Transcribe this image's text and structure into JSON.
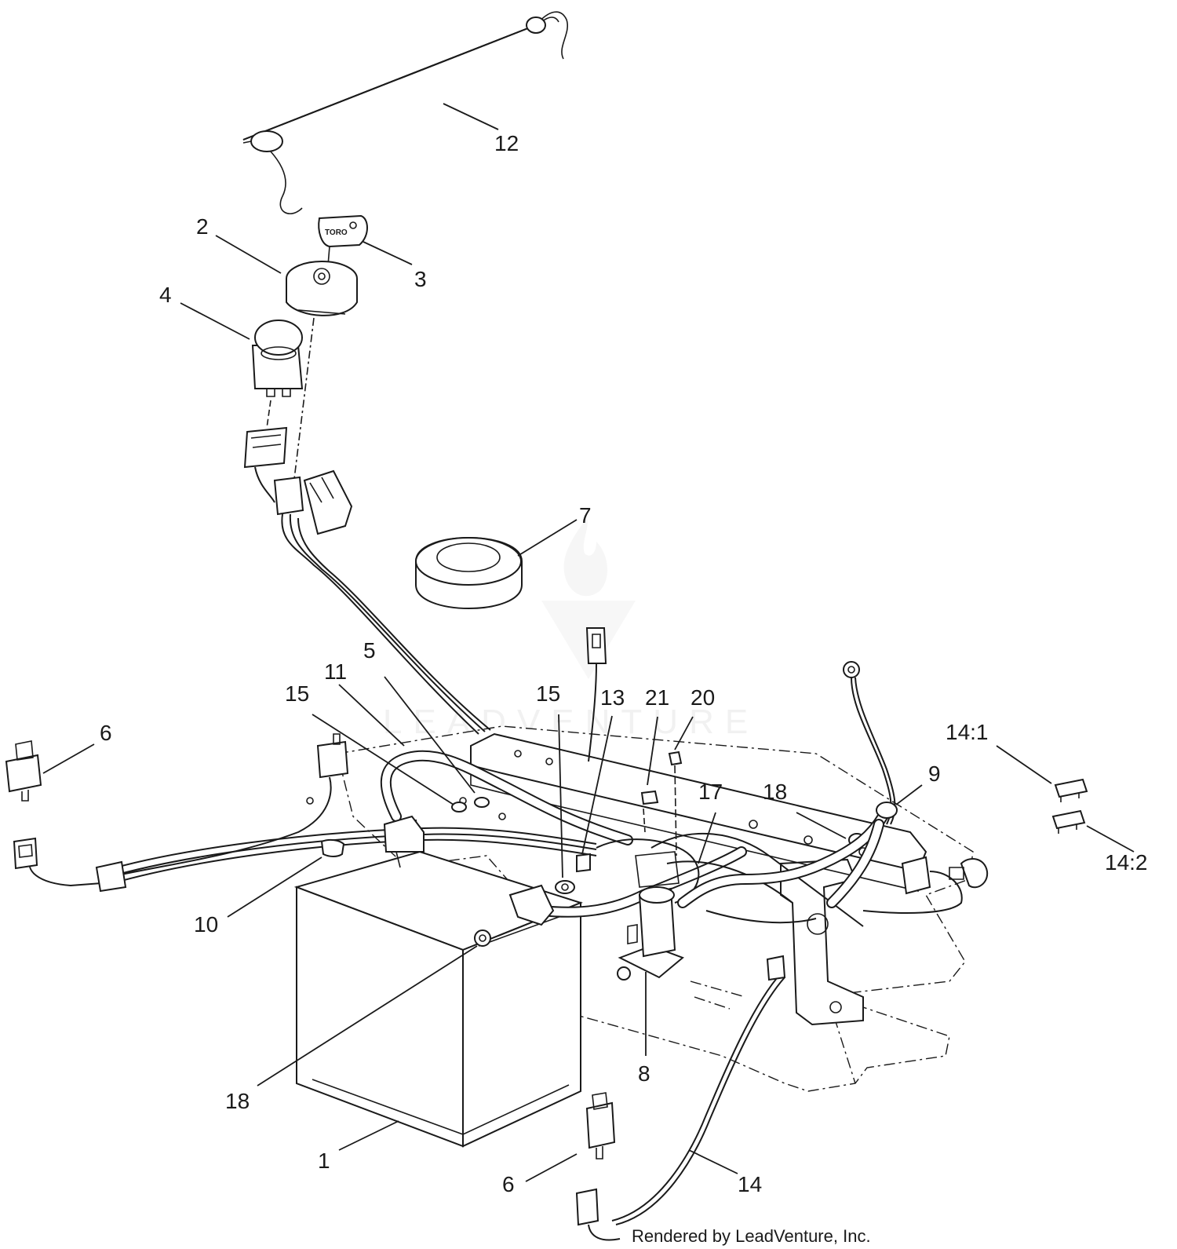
{
  "callouts": [
    {
      "id": "c12",
      "label": "12"
    },
    {
      "id": "c2",
      "label": "2"
    },
    {
      "id": "c3",
      "label": "3"
    },
    {
      "id": "c4",
      "label": "4"
    },
    {
      "id": "c7",
      "label": "7"
    },
    {
      "id": "c5",
      "label": "5"
    },
    {
      "id": "c11",
      "label": "11"
    },
    {
      "id": "c15a",
      "label": "15"
    },
    {
      "id": "c15b",
      "label": "15"
    },
    {
      "id": "c13",
      "label": "13"
    },
    {
      "id": "c21",
      "label": "21"
    },
    {
      "id": "c20",
      "label": "20"
    },
    {
      "id": "c6a",
      "label": "6"
    },
    {
      "id": "c141",
      "label": "14:1"
    },
    {
      "id": "c9",
      "label": "9"
    },
    {
      "id": "c18a",
      "label": "18"
    },
    {
      "id": "c17",
      "label": "17"
    },
    {
      "id": "c142",
      "label": "14:2"
    },
    {
      "id": "c10",
      "label": "10"
    },
    {
      "id": "c8",
      "label": "8"
    },
    {
      "id": "c18b",
      "label": "18"
    },
    {
      "id": "c1",
      "label": "1"
    },
    {
      "id": "c14",
      "label": "14"
    },
    {
      "id": "c6b",
      "label": "6"
    }
  ],
  "key_label": "TORO",
  "watermark": "LEADVENTURE",
  "credit": "Rendered by LeadVenture, Inc."
}
